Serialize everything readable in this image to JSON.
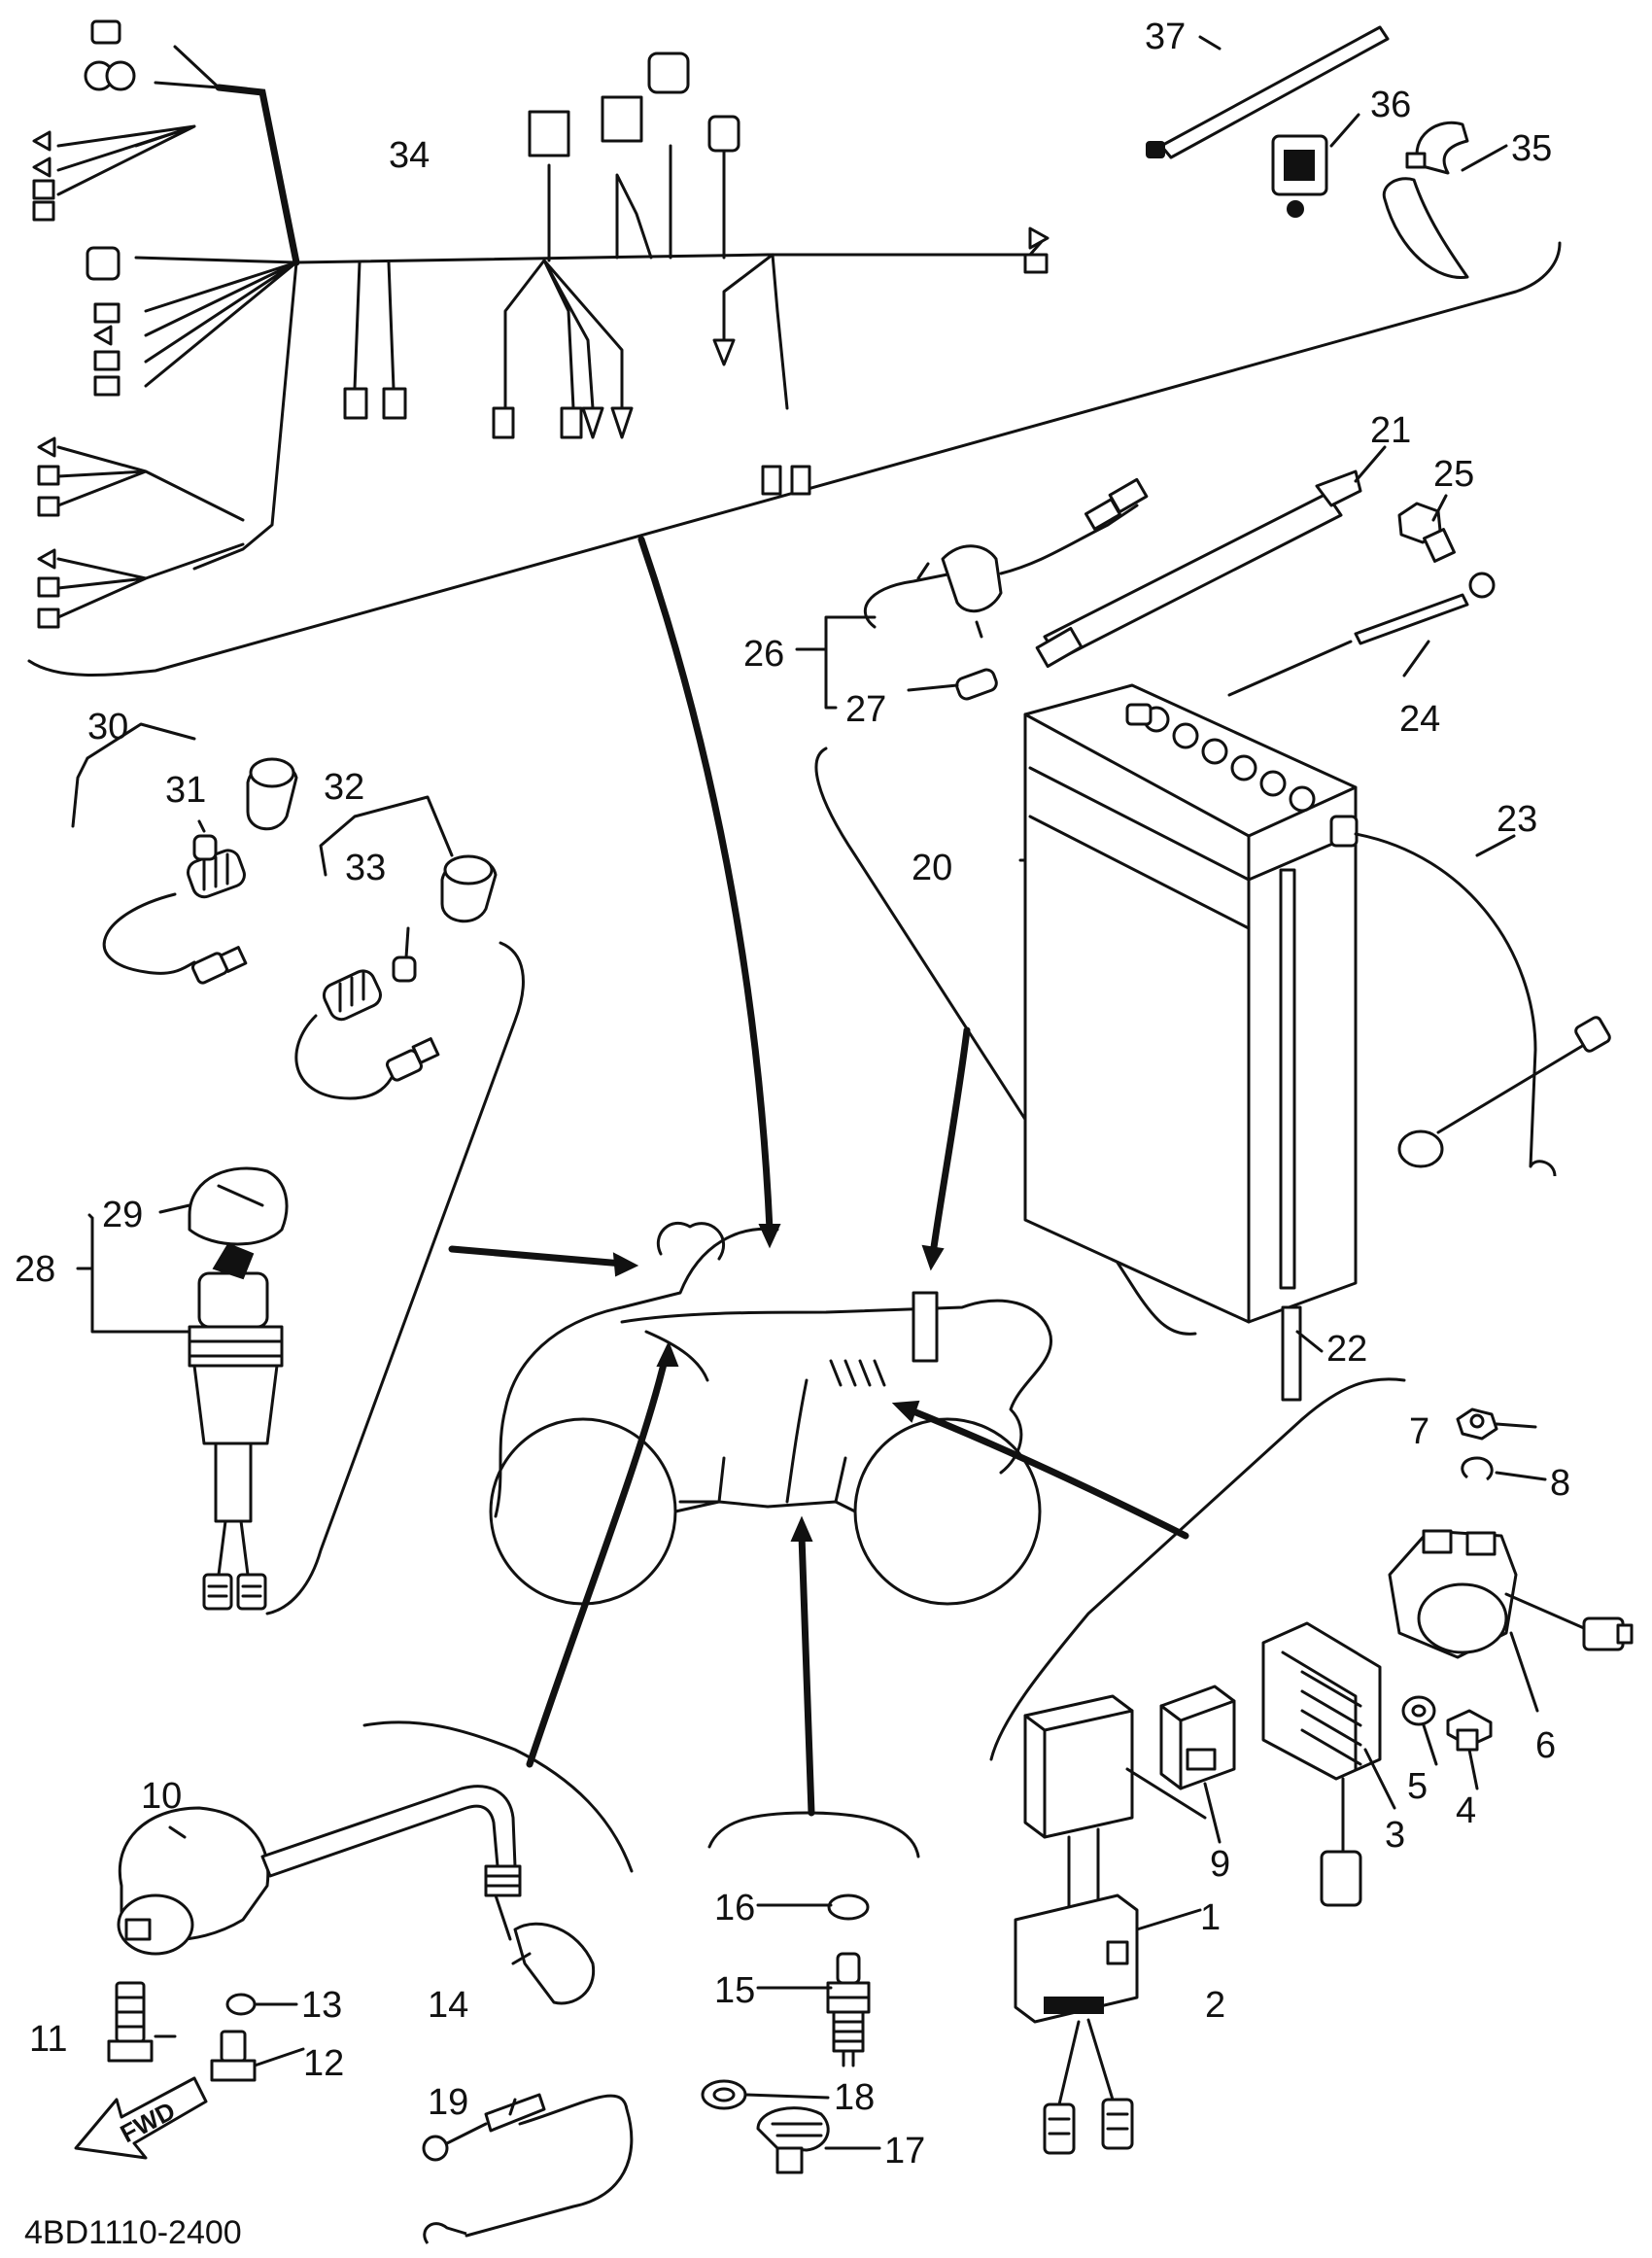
{
  "parts": [
    {
      "id": "p1",
      "label": "1"
    },
    {
      "id": "p2",
      "label": "2"
    },
    {
      "id": "p3",
      "label": "3"
    },
    {
      "id": "p4",
      "label": "4"
    },
    {
      "id": "p5",
      "label": "5"
    },
    {
      "id": "p6",
      "label": "6"
    },
    {
      "id": "p7",
      "label": "7"
    },
    {
      "id": "p8",
      "label": "8"
    },
    {
      "id": "p9",
      "label": "9"
    },
    {
      "id": "p10",
      "label": "10"
    },
    {
      "id": "p11",
      "label": "11"
    },
    {
      "id": "p12",
      "label": "12"
    },
    {
      "id": "p13",
      "label": "13"
    },
    {
      "id": "p14",
      "label": "14"
    },
    {
      "id": "p15",
      "label": "15"
    },
    {
      "id": "p16",
      "label": "16"
    },
    {
      "id": "p17",
      "label": "17"
    },
    {
      "id": "p18",
      "label": "18"
    },
    {
      "id": "p19",
      "label": "19"
    },
    {
      "id": "p20",
      "label": "20"
    },
    {
      "id": "p21",
      "label": "21"
    },
    {
      "id": "p22",
      "label": "22"
    },
    {
      "id": "p23",
      "label": "23"
    },
    {
      "id": "p24",
      "label": "24"
    },
    {
      "id": "p25",
      "label": "25"
    },
    {
      "id": "p26",
      "label": "26"
    },
    {
      "id": "p27",
      "label": "27"
    },
    {
      "id": "p28",
      "label": "28"
    },
    {
      "id": "p29",
      "label": "29"
    },
    {
      "id": "p30",
      "label": "30"
    },
    {
      "id": "p31",
      "label": "31"
    },
    {
      "id": "p32",
      "label": "32"
    },
    {
      "id": "p33",
      "label": "33"
    },
    {
      "id": "p34",
      "label": "34"
    },
    {
      "id": "p35",
      "label": "35"
    },
    {
      "id": "p36",
      "label": "36"
    },
    {
      "id": "p37",
      "label": "37"
    }
  ],
  "fwd_label": "FWD",
  "drawing_code": "4BD1110-2400"
}
